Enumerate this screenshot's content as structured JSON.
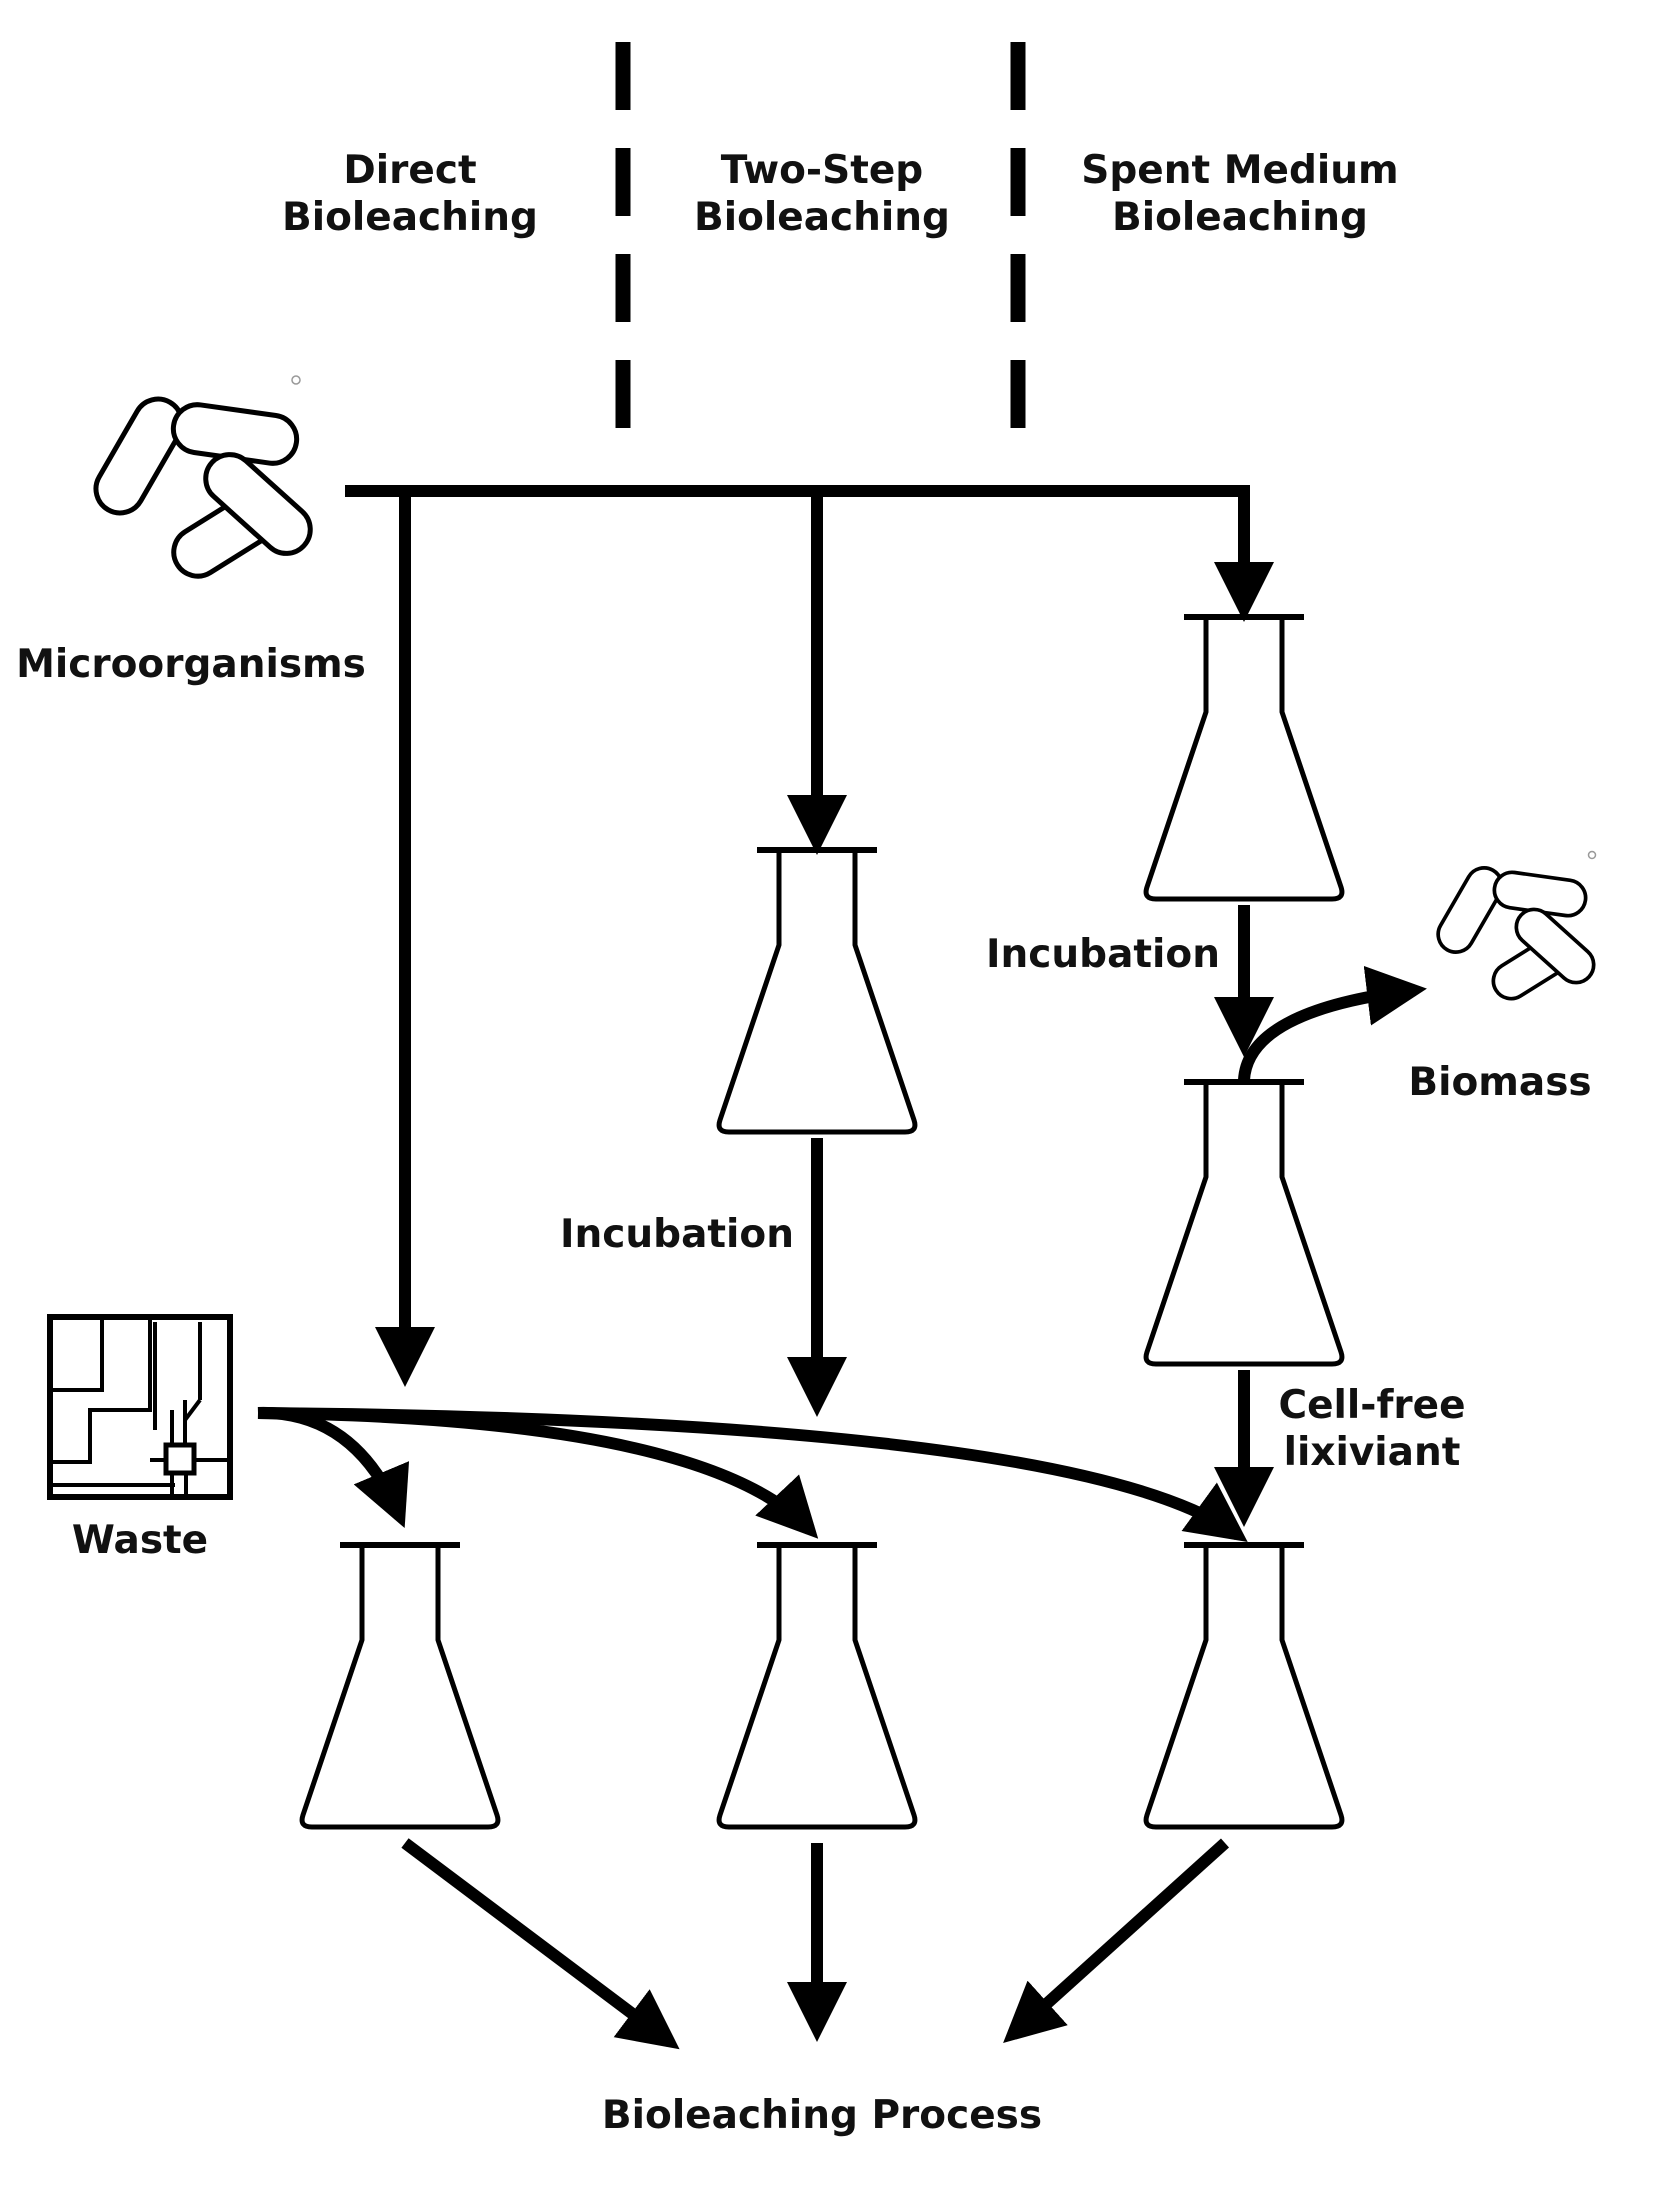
{
  "columns": {
    "direct": [
      "Direct",
      "Bioleaching"
    ],
    "two_step": [
      "Two-Step",
      "Bioleaching"
    ],
    "spent": [
      "Spent Medium",
      "Bioleaching"
    ]
  },
  "labels": {
    "microorganisms": "Microorganisms",
    "biomass": "Biomass",
    "waste": "Waste",
    "incubation_two_step": "Incubation",
    "incubation_spent": "Incubation",
    "cell_free": [
      "Cell-free",
      "lixiviant"
    ],
    "process": "Bioleaching Process"
  },
  "colors": {
    "ink": "#000000",
    "background": "#ffffff"
  },
  "icons": [
    "bacteria-icon",
    "flask-icon",
    "circuit-board-icon"
  ]
}
